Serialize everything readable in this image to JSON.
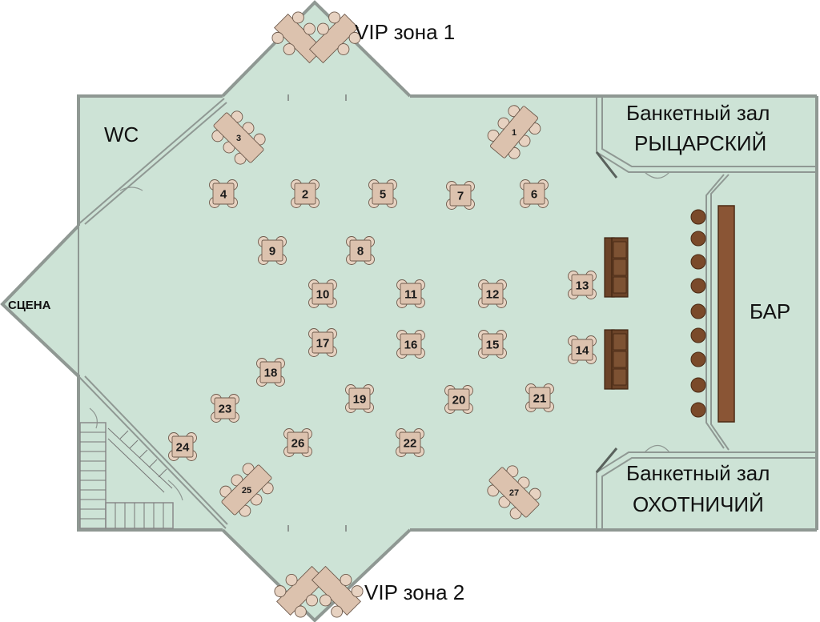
{
  "rooms": {
    "wc": "WC",
    "stage": "СЦЕНА",
    "vip1": "VIP зона 1",
    "vip2": "VIP зона 2",
    "bar": "БАР",
    "banquet_knight_line1": "Банкетный зал",
    "banquet_knight_line2": "РЫЦАРСКИЙ",
    "banquet_hunt_line1": "Банкетный зал",
    "banquet_hunt_line2": "ОХОТНИЧИЙ"
  },
  "tables": [
    {
      "num": "1"
    },
    {
      "num": "2"
    },
    {
      "num": "3"
    },
    {
      "num": "4"
    },
    {
      "num": "5"
    },
    {
      "num": "6"
    },
    {
      "num": "7"
    },
    {
      "num": "8"
    },
    {
      "num": "9"
    },
    {
      "num": "10"
    },
    {
      "num": "11"
    },
    {
      "num": "12"
    },
    {
      "num": "13"
    },
    {
      "num": "14"
    },
    {
      "num": "15"
    },
    {
      "num": "16"
    },
    {
      "num": "17"
    },
    {
      "num": "18"
    },
    {
      "num": "19"
    },
    {
      "num": "20"
    },
    {
      "num": "21"
    },
    {
      "num": "22"
    },
    {
      "num": "23"
    },
    {
      "num": "24"
    },
    {
      "num": "25"
    },
    {
      "num": "26"
    },
    {
      "num": "27"
    }
  ],
  "colors": {
    "floor": "#cde3d6",
    "wall": "#8f9893",
    "table": "#dcc2ae",
    "bar_wood": "#8a5535"
  }
}
